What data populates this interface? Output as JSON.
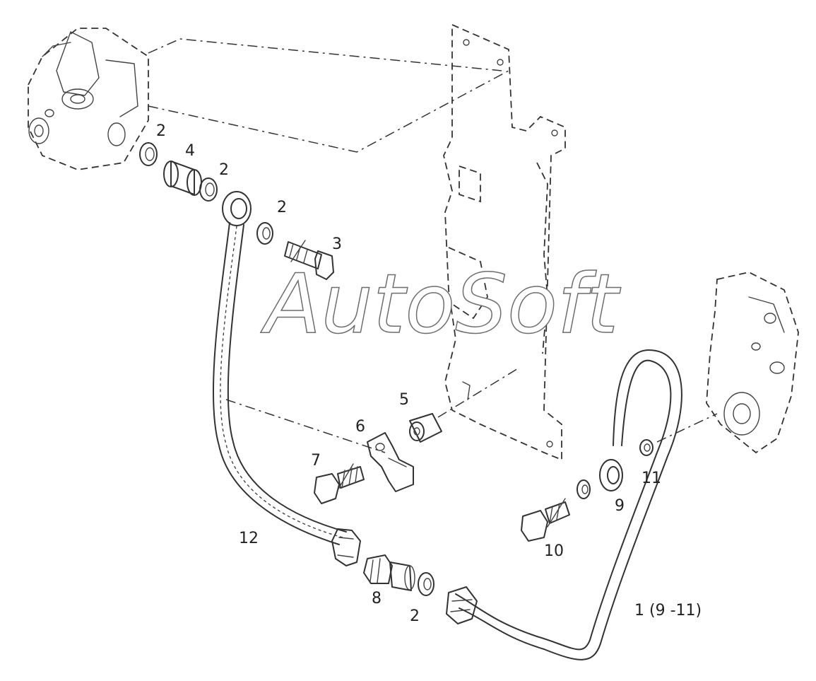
{
  "watermark": "AutoSoft",
  "callouts": {
    "c2a": "2",
    "c4": "4",
    "c2b": "2",
    "c2c": "2",
    "c3": "3",
    "c5": "5",
    "c6": "6",
    "c7": "7",
    "c12": "12",
    "c8": "8",
    "c2d": "2",
    "c10": "10",
    "c9": "9",
    "c11": "11",
    "c1": "1 (9 -11)"
  }
}
